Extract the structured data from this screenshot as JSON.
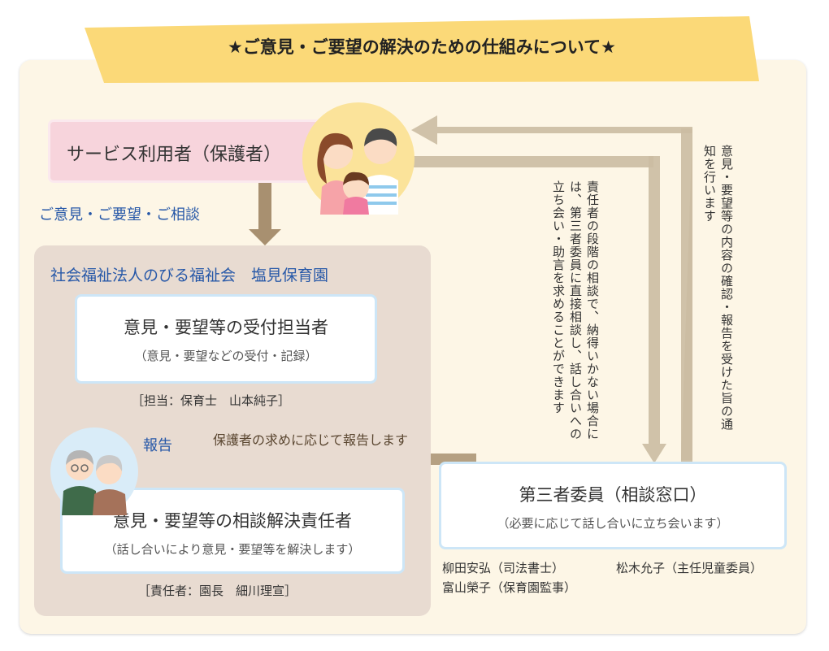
{
  "banner": {
    "title": "★ご意見・ご要望の解決のための仕組みについて★"
  },
  "user": {
    "label": "サービス利用者（保護者）"
  },
  "opinion_label": "ご意見・ご要望・ご相談",
  "org": {
    "name": "社会福祉法人のびる福祉会　塩見保育園"
  },
  "reception": {
    "title": "意見・要望等の受付担当者",
    "subtitle": "（意見・要望などの受付・記録）",
    "person": "［担当：保育士　山本純子］"
  },
  "report_label": "報告",
  "report_request_label": "保護者の求めに応じて報告します",
  "resolver": {
    "title": "意見・要望等の相談解決責任者",
    "subtitle": "（話し合いにより意見・要望等を解決します）",
    "person": "［責任者：園長　細川理宣］"
  },
  "third_party": {
    "title": "第三者委員（相談窓口）",
    "subtitle": "（必要に応じて話し合いに立ち会います）",
    "member1": "柳田安弘（司法書士）",
    "member2": "富山榮子（保育園監事）",
    "member3": "松木允子（主任児童委員）"
  },
  "vertical_notes": {
    "notify": "意見・要望等の内容の確認・報告を受けた旨の通知を行います",
    "direct": "責任者の段階の相談で、納得いかない場合には、第三者委員に直接相談し、話し合いへの立ち会い・助言を求めることができます"
  },
  "colors": {
    "panel": "#fdf6e6",
    "banner": "#fbd978",
    "user_box": "#f7d4dc",
    "org_box": "#e8dbd1",
    "box_border": "#cde6f7",
    "arrow": "#a89070",
    "accent_blue": "#2758a8"
  },
  "icons": [
    "family-illustration",
    "elderly-couple-illustration"
  ]
}
